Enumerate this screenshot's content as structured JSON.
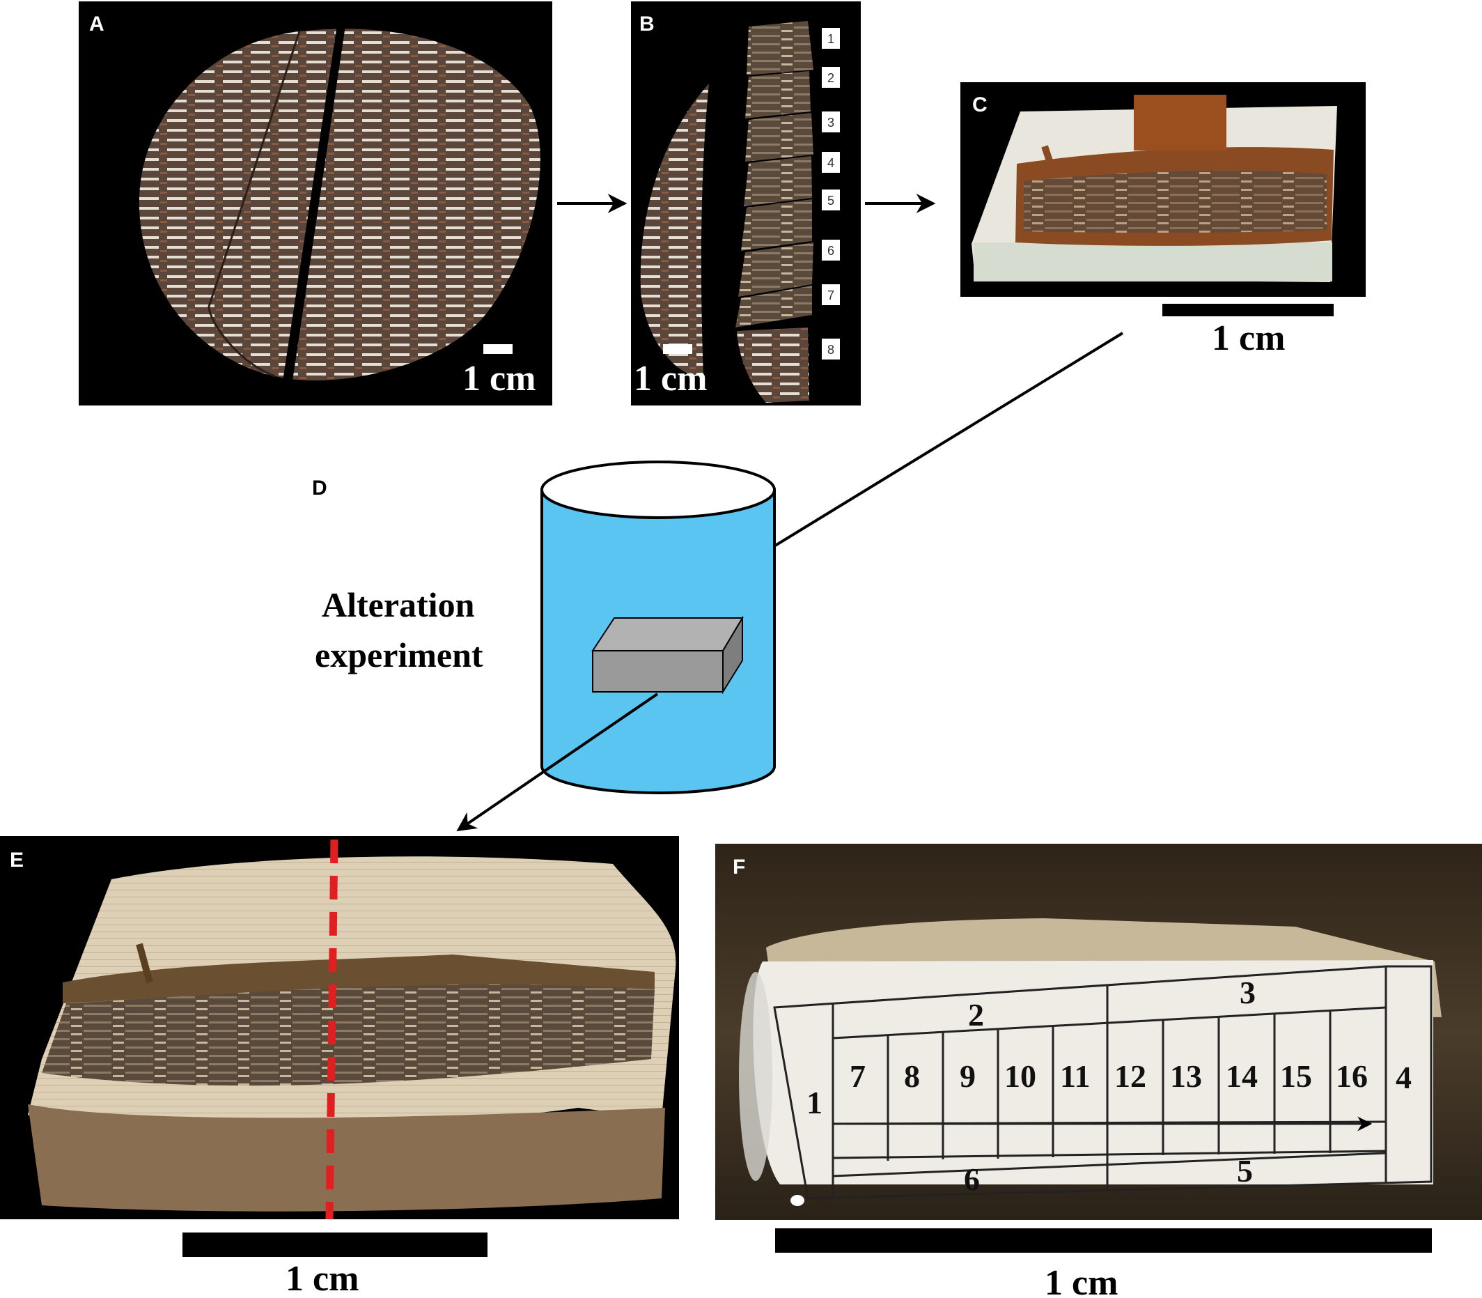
{
  "panels": {
    "a": {
      "label": "A",
      "scale_text": "1 cm"
    },
    "b": {
      "label": "B",
      "scale_text": "1 cm",
      "slices": [
        "1",
        "2",
        "3",
        "4",
        "5",
        "6",
        "7",
        "8"
      ]
    },
    "c": {
      "label": "C",
      "scale_text": "1 cm"
    },
    "d": {
      "label": "D",
      "caption_line1": "Alteration",
      "caption_line2": "experiment"
    },
    "e": {
      "label": "E",
      "scale_text": "1 cm"
    },
    "f": {
      "label": "F",
      "scale_text": "1 cm",
      "regions": {
        "r1": "1",
        "r2": "2",
        "r3": "3",
        "r4": "4",
        "r5": "5",
        "r6": "6",
        "r7": "7",
        "r8": "8",
        "r9": "9",
        "r10": "10",
        "r11": "11",
        "r12": "12",
        "r13": "13",
        "r14": "14",
        "r15": "15",
        "r16": "16"
      }
    }
  },
  "colors": {
    "panel_bg": "#000000",
    "shell_dark": "#4a3a30",
    "shell_light": "#e9e2d8",
    "resin": "#9a4a1c",
    "water": "#5bc5f2",
    "block": "#9a9a9a",
    "cut_line": "#e02020"
  }
}
